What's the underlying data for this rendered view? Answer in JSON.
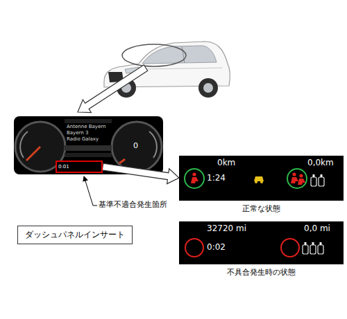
{
  "diagram": {
    "nodes": [
      {
        "text": [
          "0:01"
        ]
      },
      {
        "text": [
          "0km",
          "1:24",
          "0,0km",
          "正常な状態"
        ]
      },
      {
        "text": [
          "32720 mi",
          "0:02",
          "0,0 mi",
          "不具合発生時の状態"
        ]
      },
      {
        "text": [
          "ダッシュパネルインサート"
        ]
      }
    ],
    "edges": [
      {
        "from": 0,
        "to": 1,
        "arrow": "to"
      }
    ],
    "labels": [
      "Antenne Bayern",
      "Bayern 3",
      "Radio Galaxy",
      "0",
      "基準不適合発生箇所"
    ]
  }
}
